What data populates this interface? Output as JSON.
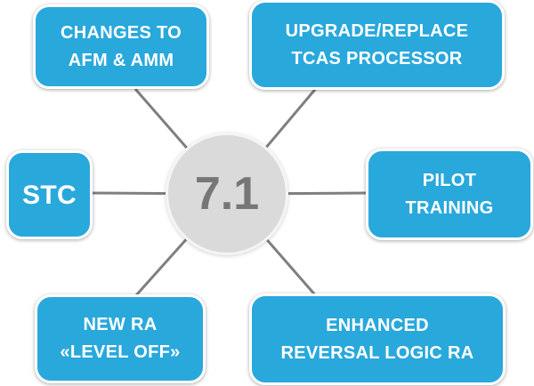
{
  "diagram": {
    "center": {
      "label": "7.1"
    },
    "nodes": [
      {
        "id": "changes-afm-amm",
        "line1": "CHANGES TO",
        "line2": "AFM & AMM"
      },
      {
        "id": "upgrade-tcas",
        "line1": "UPGRADE/REPLACE",
        "line2": "TCAS PROCESSOR"
      },
      {
        "id": "stc",
        "line1": "STC",
        "line2": ""
      },
      {
        "id": "pilot-training",
        "line1": "PILOT",
        "line2": "TRAINING"
      },
      {
        "id": "new-ra-level-off",
        "line1": "NEW RA",
        "line2": "«LEVEL OFF»"
      },
      {
        "id": "enhanced-reversal",
        "line1": "ENHANCED",
        "line2": "REVERSAL LOGIC RA"
      }
    ],
    "colors": {
      "node_fill": "#29A8DC",
      "node_text": "#FFFFFF",
      "center_fill": "#DADADA",
      "center_text": "#767676",
      "connector": "#7F7F7F"
    }
  }
}
